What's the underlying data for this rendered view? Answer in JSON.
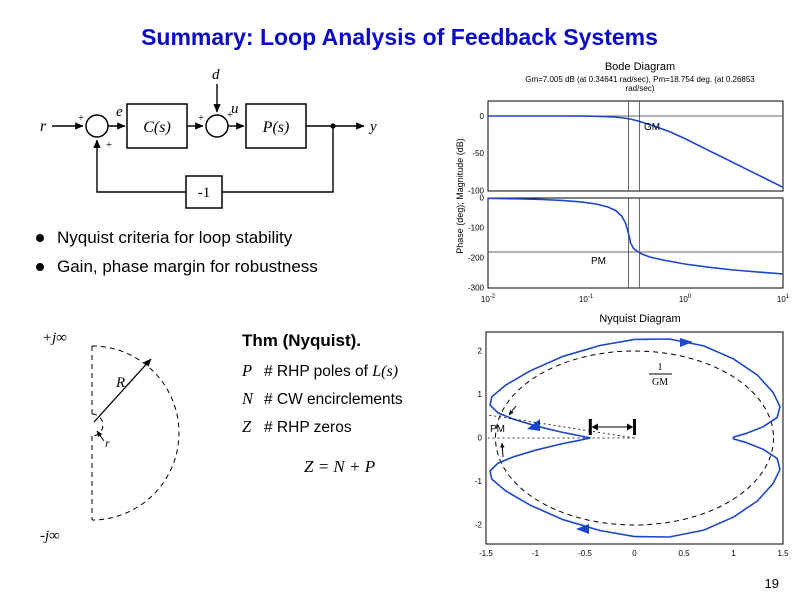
{
  "colors": {
    "title_blue": "#0a0ac8",
    "curve_blue": "#1c46c8"
  },
  "slide": {
    "title": "Summary: Loop Analysis of Feedback Systems",
    "page_number": "19"
  },
  "block_diagram": {
    "input_label": "r",
    "error_label": "e",
    "disturbance_label": "d",
    "control_label": "u",
    "output_label": "y",
    "controller_block": "C(s)",
    "plant_block": "P(s)",
    "feedback_block": "-1",
    "sum1_sign_left": "+",
    "sum1_sign_bottom": "+",
    "sum2_sign_left": "+",
    "sum2_sign_top": "+"
  },
  "bullets": [
    "Nyquist criteria for loop stability",
    "Gain, phase margin for robustness"
  ],
  "contour": {
    "top_label": "+j∞",
    "bottom_label": "-j∞",
    "big_radius_label": "R",
    "small_radius_label": "r"
  },
  "theorem": {
    "title": "Thm (Nyquist).",
    "lines": [
      {
        "sym": "P",
        "rest": "# RHP poles of ",
        "math_tail": "L(s)"
      },
      {
        "sym": "N",
        "rest": "# CW encirclements",
        "math_tail": ""
      },
      {
        "sym": "Z",
        "rest": "# RHP zeros",
        "math_tail": ""
      }
    ],
    "equation": "Z = N + P"
  },
  "chart_data": [
    {
      "type": "line",
      "name": "bode",
      "title": "Bode Diagram",
      "subtitle_line1": "Gm=7.005 dB (at 0.34641 rad/sec), Pm=18.754 deg. (at 0.26853",
      "subtitle_line2": "rad/sec)",
      "ylabel": "Phase (deg); Magnitude (dB)",
      "gm_label": "GM",
      "pm_label": "PM",
      "gm_db": 7.005,
      "gm_freq_rad": 0.34641,
      "pm_deg": 18.754,
      "pm_freq_rad": 0.26853,
      "xlim_log": [
        -2,
        1
      ],
      "xtick_base": "10",
      "xtick_exponents": [
        "-2",
        "-1",
        "0",
        "1"
      ],
      "mag_ylim": [
        -100,
        20
      ],
      "mag_yticks": [
        0,
        -50,
        -100
      ],
      "mag_ytick_labels": [
        "0",
        "-50",
        "-100"
      ],
      "phase_ylim": [
        -300,
        0
      ],
      "phase_yticks": [
        0,
        -100,
        -200,
        -300
      ],
      "phase_ytick_labels": [
        "0",
        "-100",
        "-200",
        "-300"
      ],
      "series": [
        {
          "name": "magnitude_dB_vs_log10w",
          "points": [
            [
              -2,
              0
            ],
            [
              -1.6,
              0
            ],
            [
              -1.3,
              0
            ],
            [
              -1.0,
              -0.2
            ],
            [
              -0.85,
              -0.6
            ],
            [
              -0.72,
              -1.4
            ],
            [
              -0.62,
              -2.6
            ],
            [
              -0.55,
              -4.2
            ],
            [
              -0.48,
              -6.4
            ],
            [
              -0.42,
              -8.8
            ],
            [
              -0.3,
              -14
            ],
            [
              -0.15,
              -21
            ],
            [
              0,
              -30
            ],
            [
              0.2,
              -43
            ],
            [
              0.4,
              -56
            ],
            [
              0.6,
              -69
            ],
            [
              0.8,
              -82
            ],
            [
              1,
              -95
            ]
          ]
        },
        {
          "name": "phase_deg_vs_log10w",
          "points": [
            [
              -2,
              -1
            ],
            [
              -1.7,
              -2.5
            ],
            [
              -1.45,
              -5
            ],
            [
              -1.25,
              -8
            ],
            [
              -1.05,
              -13
            ],
            [
              -0.9,
              -20
            ],
            [
              -0.78,
              -30
            ],
            [
              -0.7,
              -42
            ],
            [
              -0.64,
              -60
            ],
            [
              -0.6,
              -85
            ],
            [
              -0.57,
              -120
            ],
            [
              -0.55,
              -150
            ],
            [
              -0.52,
              -168
            ],
            [
              -0.48,
              -178
            ],
            [
              -0.44,
              -186
            ],
            [
              -0.35,
              -197
            ],
            [
              -0.2,
              -208
            ],
            [
              0,
              -220
            ],
            [
              0.25,
              -231
            ],
            [
              0.5,
              -240
            ],
            [
              0.75,
              -247
            ],
            [
              1,
              -253
            ]
          ]
        }
      ]
    },
    {
      "type": "line",
      "name": "nyquist",
      "title": "Nyquist Diagram",
      "xlim": [
        -1.5,
        1.5
      ],
      "ylim": [
        -2.44,
        2.44
      ],
      "xtick_labels": [
        "-1.5",
        "-1",
        "-0.5",
        "0",
        "0.5",
        "1",
        "1.5"
      ],
      "ytick_labels": [
        "2",
        "1",
        "0",
        "-1",
        "-2"
      ],
      "gm_fraction_numerator": "1",
      "gm_fraction_denominator": "GM",
      "pm_label": "PM",
      "real_axis_crossing": -0.446,
      "unit_circle_dashed": true,
      "curve_upper_half": [
        [
          -0.446,
          0
        ],
        [
          -0.55,
          0.05
        ],
        [
          -0.75,
          0.14
        ],
        [
          -1.0,
          0.28
        ],
        [
          -1.22,
          0.43
        ],
        [
          -1.38,
          0.58
        ],
        [
          -1.46,
          0.76
        ],
        [
          -1.44,
          0.95
        ],
        [
          -1.3,
          1.22
        ],
        [
          -1.05,
          1.55
        ],
        [
          -0.72,
          1.88
        ],
        [
          -0.35,
          2.13
        ],
        [
          0,
          2.27
        ],
        [
          0.35,
          2.28
        ],
        [
          0.7,
          2.12
        ],
        [
          1.0,
          1.82
        ],
        [
          1.24,
          1.45
        ],
        [
          1.4,
          1.05
        ],
        [
          1.47,
          0.72
        ],
        [
          1.44,
          0.47
        ],
        [
          1.3,
          0.26
        ],
        [
          1.12,
          0.1
        ],
        [
          1.0,
          0.02
        ]
      ]
    }
  ]
}
